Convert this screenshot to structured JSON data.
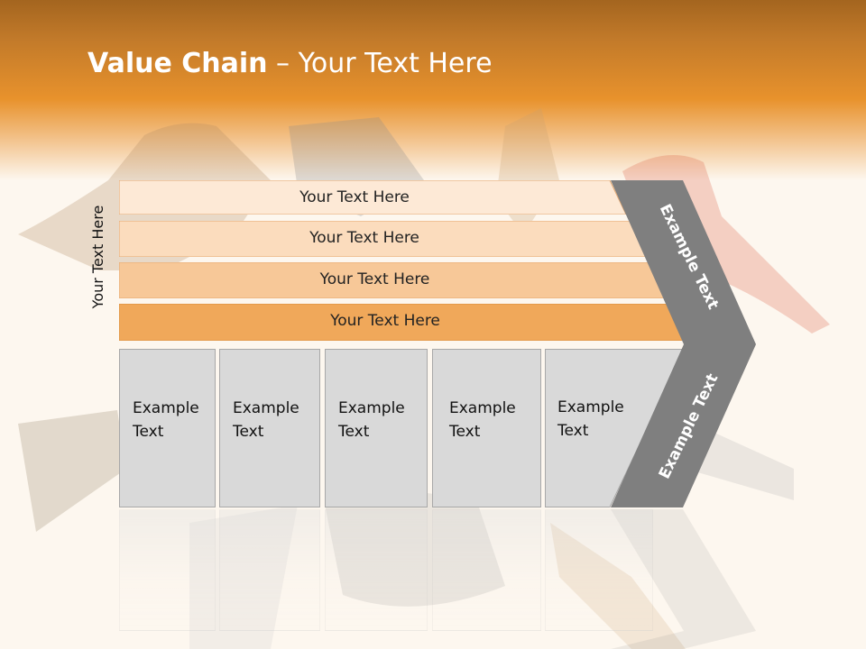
{
  "title": {
    "bold": "Value Chain",
    "rest": " – Your Text Here"
  },
  "side_label": "Your Text Here",
  "bars": [
    {
      "label": "Your Text Here",
      "color": "#fde9d6"
    },
    {
      "label": "Your Text Here",
      "color": "#fbdcbd"
    },
    {
      "label": "Your Text Here",
      "color": "#f7c898"
    },
    {
      "label": "Your Text Here",
      "color": "#f0a85a"
    }
  ],
  "boxes": [
    {
      "line1": "Example",
      "line2": "Text"
    },
    {
      "line1": "Example",
      "line2": "Text"
    },
    {
      "line1": "Example",
      "line2": "Text"
    },
    {
      "line1": "Example",
      "line2": "Text"
    },
    {
      "line1": "Example",
      "line2": "Text"
    }
  ],
  "chevron": {
    "upper_text": "Example Text",
    "lower_text": "Example Text",
    "color": "#7f7f7f"
  }
}
